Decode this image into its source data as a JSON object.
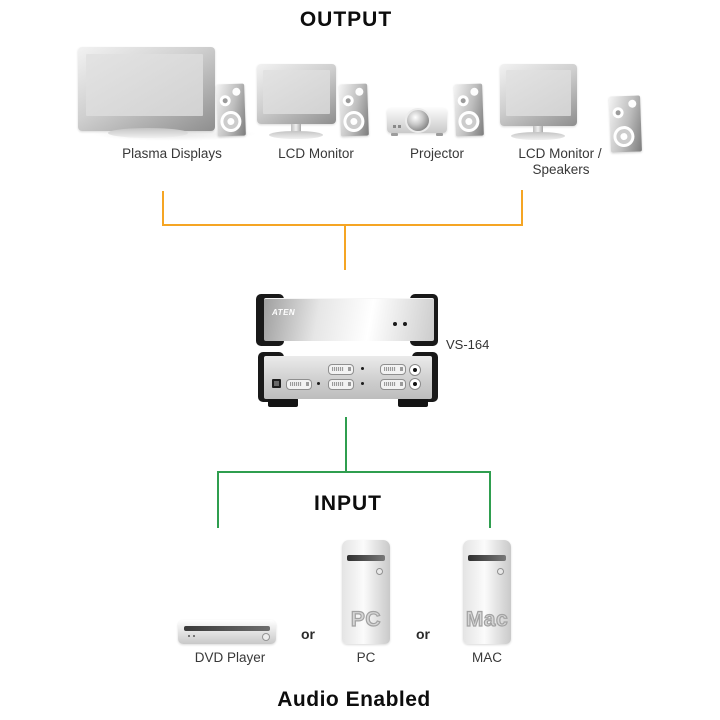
{
  "titles": {
    "output": "OUTPUT",
    "input": "INPUT",
    "footer": "Audio Enabled"
  },
  "vs164": {
    "model": "VS-164",
    "brand": "ATEN"
  },
  "outputs": [
    {
      "label": "Plasma Displays"
    },
    {
      "label": "LCD Monitor"
    },
    {
      "label": "Projector"
    },
    {
      "label_line1": "LCD Monitor /",
      "label_line2": "Speakers"
    }
  ],
  "inputs": [
    {
      "label": "DVD Player"
    },
    {
      "label": "PC",
      "badge": "PC"
    },
    {
      "label": "MAC",
      "badge": "Mac"
    }
  ],
  "connectors": {
    "or_label": "or",
    "output_line_color": "#F5A524",
    "input_line_color": "#2F9E4F"
  }
}
